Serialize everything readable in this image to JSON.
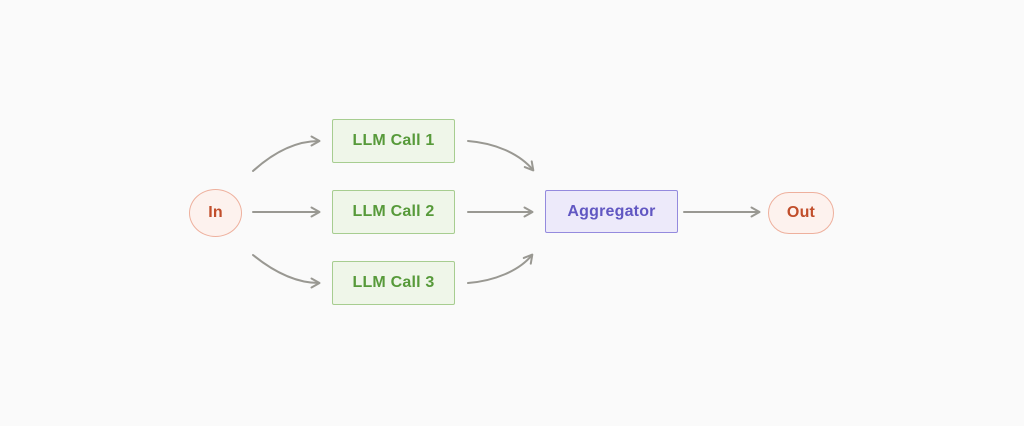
{
  "diagram": {
    "type": "flow",
    "name": "parallelization-workflow",
    "nodes": [
      {
        "id": "in",
        "label": "In",
        "shape": "ellipse",
        "role": "terminal"
      },
      {
        "id": "llm_call_1",
        "label": "LLM Call 1",
        "shape": "rect",
        "role": "process"
      },
      {
        "id": "llm_call_2",
        "label": "LLM Call 2",
        "shape": "rect",
        "role": "process"
      },
      {
        "id": "llm_call_3",
        "label": "LLM Call 3",
        "shape": "rect",
        "role": "process"
      },
      {
        "id": "aggregator",
        "label": "Aggregator",
        "shape": "rect",
        "role": "aggregate"
      },
      {
        "id": "out",
        "label": "Out",
        "shape": "pill",
        "role": "terminal"
      }
    ],
    "edges": [
      {
        "from": "in",
        "to": "llm_call_1",
        "style": "curved-up"
      },
      {
        "from": "in",
        "to": "llm_call_2",
        "style": "straight"
      },
      {
        "from": "in",
        "to": "llm_call_3",
        "style": "curved-down"
      },
      {
        "from": "llm_call_1",
        "to": "aggregator",
        "style": "curved-down"
      },
      {
        "from": "llm_call_2",
        "to": "aggregator",
        "style": "straight"
      },
      {
        "from": "llm_call_3",
        "to": "aggregator",
        "style": "curved-up"
      },
      {
        "from": "aggregator",
        "to": "out",
        "style": "straight"
      }
    ]
  },
  "colors": {
    "canvas_bg": "#fafafa",
    "arrow_color": "#999892",
    "terminal_fill": "#fdf2ee",
    "terminal_border": "#eeb09d",
    "terminal_text": "#c14e2b",
    "process_fill": "#eff6e9",
    "process_border": "#a7cd90",
    "process_text": "#579a3a",
    "aggregate_fill": "#edeafa",
    "aggregate_border": "#948ade",
    "aggregate_text": "#6157c2"
  }
}
